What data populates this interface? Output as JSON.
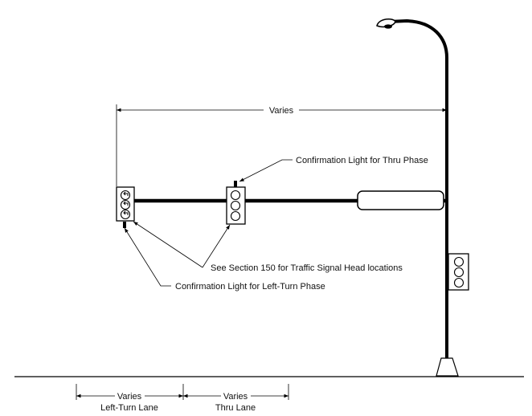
{
  "labels": {
    "span_varies": "Varies",
    "confirm_thru": "Confirmation Light for Thru Phase",
    "see_section": "See Section 150 for Traffic Signal Head locations",
    "confirm_left": "Confirmation Light for Left-Turn Phase",
    "left_lane_varies": "Varies",
    "left_lane_name": "Left-Turn Lane",
    "thru_lane_varies": "Varies",
    "thru_lane_name": "Thru Lane"
  }
}
